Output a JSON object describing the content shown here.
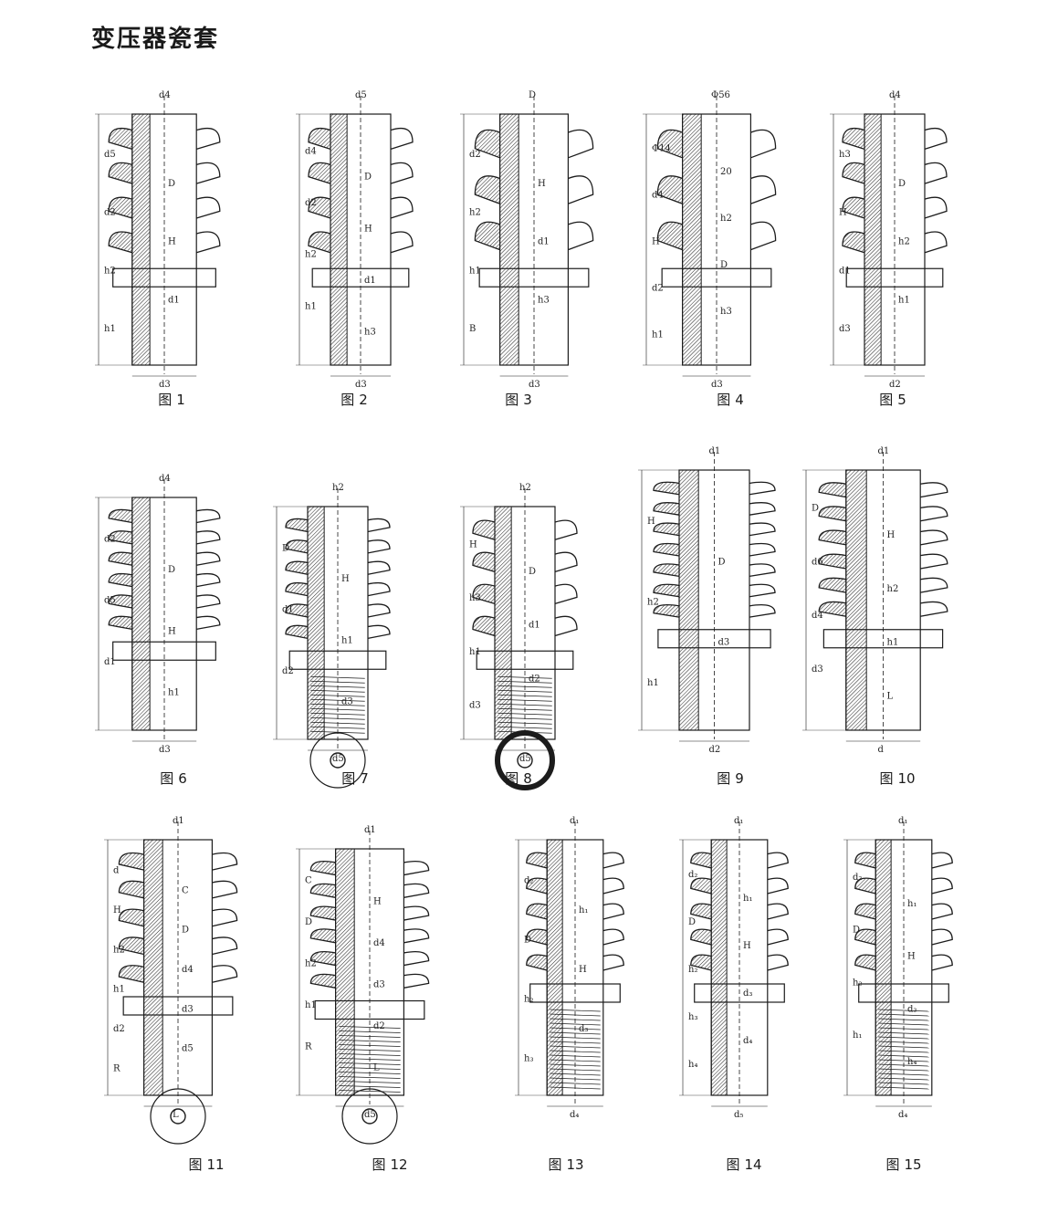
{
  "page": {
    "title": "变压器瓷套"
  },
  "figure_word": "图",
  "figures": [
    {
      "number": "1",
      "labels": [
        "d4",
        "d5",
        "D",
        "d2",
        "H",
        "h2",
        "d1",
        "h1",
        "d3"
      ]
    },
    {
      "number": "2",
      "labels": [
        "d5",
        "d4",
        "D",
        "d2",
        "H",
        "h2",
        "d1",
        "h1",
        "h3",
        "d3"
      ]
    },
    {
      "number": "3",
      "labels": [
        "D",
        "d2",
        "H",
        "h2",
        "d1",
        "h1",
        "h3",
        "B",
        "d3"
      ]
    },
    {
      "number": "4",
      "labels": [
        "Φ56",
        "Φ14",
        "20",
        "d4",
        "h2",
        "H",
        "D",
        "d2",
        "h3",
        "h1",
        "d3"
      ]
    },
    {
      "number": "5",
      "labels": [
        "d4",
        "h3",
        "D",
        "H",
        "h2",
        "d1",
        "h1",
        "d3",
        "d2"
      ]
    },
    {
      "number": "6",
      "labels": [
        "d4",
        "d2",
        "D",
        "d5",
        "H",
        "d1",
        "h1",
        "d3"
      ]
    },
    {
      "number": "7",
      "labels": [
        "h2",
        "D",
        "H",
        "d1",
        "h1",
        "d2",
        "d3",
        "d5"
      ]
    },
    {
      "number": "8",
      "labels": [
        "h2",
        "H",
        "D",
        "h3",
        "d1",
        "h1",
        "d2",
        "d3",
        "d5"
      ]
    },
    {
      "number": "9",
      "labels": [
        "d1",
        "H",
        "D",
        "h2",
        "d3",
        "h1",
        "d2"
      ]
    },
    {
      "number": "10",
      "labels": [
        "d1",
        "D",
        "H",
        "d6",
        "h2",
        "d4",
        "h1",
        "d3",
        "L",
        "d"
      ]
    },
    {
      "number": "11",
      "labels": [
        "d1",
        "d",
        "C",
        "H",
        "D",
        "h2",
        "d4",
        "h1",
        "d3",
        "d2",
        "d5",
        "R",
        "L"
      ]
    },
    {
      "number": "12",
      "labels": [
        "d1",
        "C",
        "H",
        "D",
        "d4",
        "h2",
        "d3",
        "h1",
        "d2",
        "R",
        "L",
        "d5"
      ]
    },
    {
      "number": "13",
      "labels": [
        "d₁",
        "d₂",
        "h₁",
        "D",
        "H",
        "h₂",
        "d₃",
        "h₃",
        "d₄"
      ]
    },
    {
      "number": "14",
      "labels": [
        "d₁",
        "d₂",
        "h₁",
        "D",
        "H",
        "h₂",
        "d₃",
        "h₃",
        "d₄",
        "h₄",
        "d₅"
      ]
    },
    {
      "number": "15",
      "labels": [
        "d₁",
        "d₂",
        "h₁",
        "D",
        "H",
        "h₂",
        "d₃",
        "h₁",
        "h₄",
        "d₄"
      ]
    }
  ],
  "colors": {
    "ink": "#1c1c1c",
    "hatch": "#2a2a2a",
    "background": "#ffffff"
  }
}
